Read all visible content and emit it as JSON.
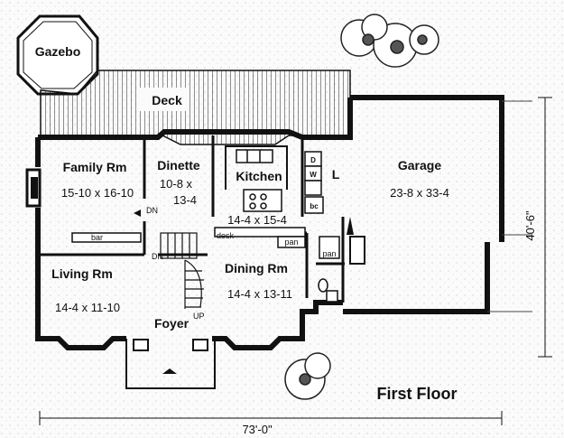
{
  "title": "First Floor",
  "dimensions": {
    "width": "73'-0\"",
    "depth": "40'-6\""
  },
  "rooms": {
    "gazebo": {
      "name": "Gazebo"
    },
    "deck": {
      "name": "Deck"
    },
    "family": {
      "name": "Family Rm",
      "size": "15-10 x 16-10"
    },
    "dinette": {
      "name": "Dinette",
      "size_line1": "10-8 x",
      "size_line2": "13-4"
    },
    "kitchen": {
      "name": "Kitchen",
      "size": "14-4 x 15-4"
    },
    "garage": {
      "name": "Garage",
      "size": "23-8 x 33-4"
    },
    "living": {
      "name": "Living Rm",
      "size": "14-4 x 11-10"
    },
    "dining": {
      "name": "Dining Rm",
      "size": "14-4 x 13-11"
    },
    "foyer": {
      "name": "Foyer"
    }
  },
  "fixtures": {
    "bar": "bar",
    "desk": "desk",
    "pan1": "pan",
    "pan2": "pan",
    "d": "D",
    "w": "W",
    "bc": "bc",
    "l": "L",
    "dn1": "DN",
    "dn2": "DN",
    "up": "UP"
  }
}
